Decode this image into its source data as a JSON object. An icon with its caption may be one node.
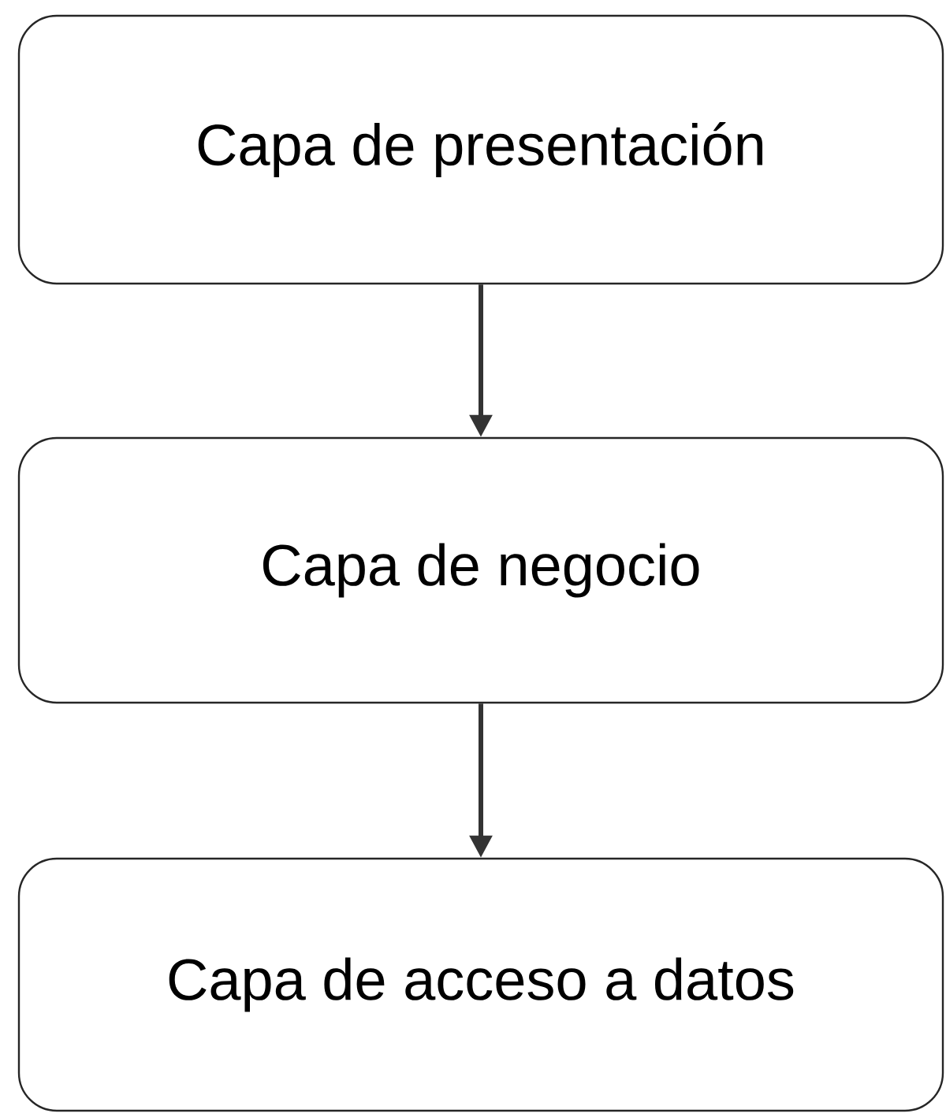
{
  "diagram": {
    "nodes": [
      {
        "text": [
          "Capa de presentación"
        ]
      },
      {
        "text": [
          "Capa de negocio"
        ]
      },
      {
        "text": [
          "Capa de acceso a datos"
        ]
      }
    ],
    "edges": [
      {
        "from": 0,
        "to": 1,
        "arrow": "to"
      },
      {
        "from": 1,
        "to": 2,
        "arrow": "to"
      }
    ]
  }
}
